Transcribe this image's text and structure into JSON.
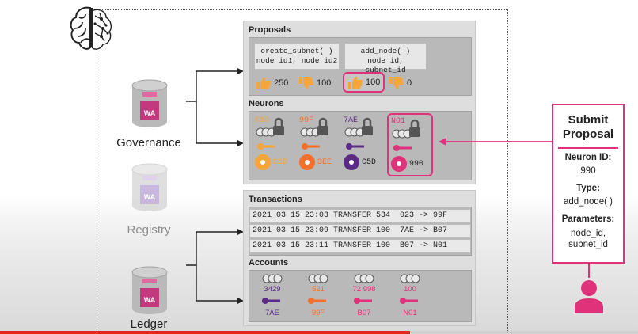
{
  "canisters": [
    {
      "label": "Governance",
      "badge": "WA"
    },
    {
      "label": "Registry",
      "badge": "WA"
    },
    {
      "label": "Ledger",
      "badge": "WA"
    }
  ],
  "proposals": {
    "title": "Proposals",
    "items": [
      {
        "line1": "create_subnet( )",
        "line2": "node_id1, node_id2",
        "up": "250",
        "down": "100"
      },
      {
        "line1": "add_node( )",
        "line2": "node_id, subnet_id",
        "up": "100",
        "down": "0"
      }
    ]
  },
  "neurons": {
    "title": "Neurons",
    "items": [
      {
        "id": "C5D",
        "stake": "C5D",
        "color": "#f4a63a"
      },
      {
        "id": "99F",
        "stake": "3EE",
        "color": "#f2702a"
      },
      {
        "id": "7AE",
        "stake": "C5D",
        "color": "#5b2a86"
      },
      {
        "id": "N01",
        "stake": "990",
        "color": "#e0327a"
      }
    ]
  },
  "transactions": {
    "title": "Transactions",
    "rows": [
      "2021 03 15 23:03 TRANSFER 534  023 -> 99F",
      "2021 03 15 23:09 TRANSFER 100  7AE -> B07",
      "2021 03 15 23:11 TRANSFER 100  B07 -> N01"
    ]
  },
  "accounts": {
    "title": "Accounts",
    "items": [
      {
        "balance": "3429",
        "owner": "7AE",
        "color": "#5b2a86"
      },
      {
        "balance": "521",
        "owner": "99F",
        "color": "#f2702a"
      },
      {
        "balance": "72 998",
        "owner": "B07",
        "color": "#e0327a"
      },
      {
        "balance": "100",
        "owner": "N01",
        "color": "#e0327a"
      }
    ]
  },
  "submit": {
    "title": "Submit Proposal",
    "neuron_label": "Neuron ID:",
    "neuron_value": "990",
    "type_label": "Type:",
    "type_value": "add_node( )",
    "params_label": "Parameters:",
    "params_value": "node_id, subnet_id"
  },
  "colors": {
    "accent": "#e0327a",
    "orange": "#f2702a",
    "purple": "#5b2a86",
    "yellow": "#f4a63a"
  }
}
